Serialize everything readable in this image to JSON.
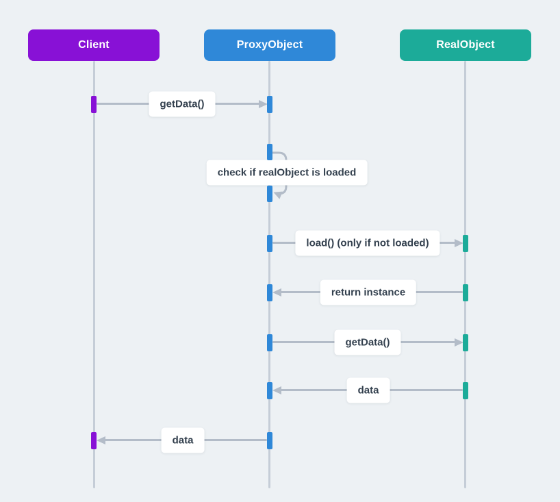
{
  "diagram": {
    "type": "sequence-diagram",
    "background_color": "#edf1f4",
    "lifeline_color": "#c5cdd7",
    "arrow_color": "#b3bcc8",
    "label_background": "#ffffff",
    "label_text_color": "#33404e",
    "participants": [
      {
        "name": "Client",
        "color": "#8811d6"
      },
      {
        "name": "ProxyObject",
        "color": "#2f88d8"
      },
      {
        "name": "RealObject",
        "color": "#1cab99"
      }
    ],
    "messages": [
      {
        "from": "Client",
        "to": "ProxyObject",
        "label": "getData()"
      },
      {
        "from": "ProxyObject",
        "to": "ProxyObject",
        "label": "check if realObject is loaded",
        "self_message": true
      },
      {
        "from": "ProxyObject",
        "to": "RealObject",
        "label": "load() (only if not loaded)"
      },
      {
        "from": "RealObject",
        "to": "ProxyObject",
        "label": "return instance"
      },
      {
        "from": "ProxyObject",
        "to": "RealObject",
        "label": "getData()"
      },
      {
        "from": "RealObject",
        "to": "ProxyObject",
        "label": "data"
      },
      {
        "from": "ProxyObject",
        "to": "Client",
        "label": "data"
      }
    ]
  }
}
